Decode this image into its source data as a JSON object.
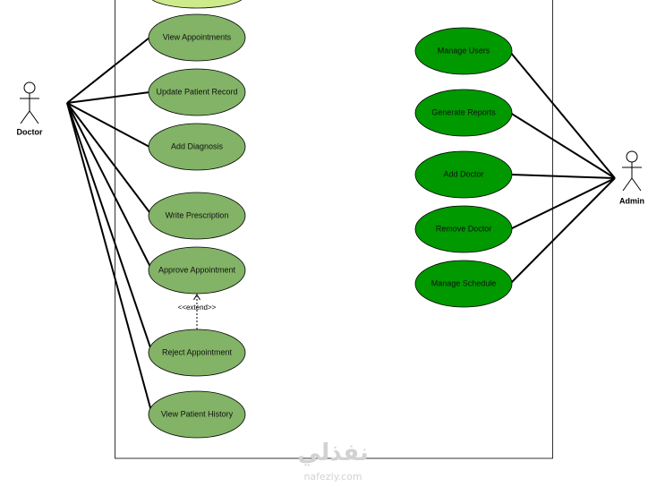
{
  "actors": {
    "doctor": {
      "label": "Doctor"
    },
    "admin": {
      "label": "Admin"
    }
  },
  "doctor_use_cases": [
    {
      "label": "View Appointments"
    },
    {
      "label": "Update Patient Record"
    },
    {
      "label": "Add Diagnosis"
    },
    {
      "label": "Write Prescription"
    },
    {
      "label": "Approve Appointment"
    },
    {
      "label": "Reject Appointment"
    },
    {
      "label": "View Patient History"
    }
  ],
  "admin_use_cases": [
    {
      "label": "Manage Users"
    },
    {
      "label": "Generate Reports"
    },
    {
      "label": "Add Doctor"
    },
    {
      "label": "Remove Doctor"
    },
    {
      "label": "Manage Schedule"
    }
  ],
  "extend_relation": {
    "label": "<<extend>>"
  },
  "watermark": {
    "arabic": "نفذلي",
    "url": "nafezly.com"
  },
  "colors": {
    "doctor_use_case_fill": "#82b366",
    "admin_use_case_fill": "#009900",
    "top_use_case_fill": "#cdeb8b",
    "stroke": "#000000"
  }
}
